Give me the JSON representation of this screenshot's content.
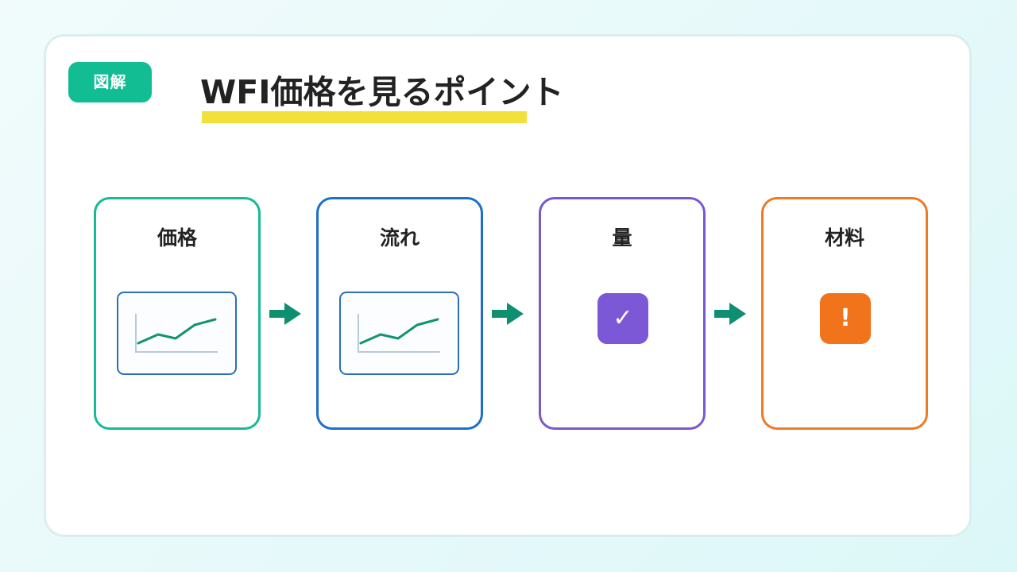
{
  "tag": {
    "label": "図解"
  },
  "title": "WFI価格を見るポイント",
  "colors": {
    "tag": "#13bd94",
    "underline": "#f3e03a",
    "arrow": "#0f8f72",
    "line": "#12936f"
  },
  "steps": [
    {
      "label": "価格",
      "border": "#18b996",
      "visual": "line-chart-icon"
    },
    {
      "label": "流れ",
      "border": "#1d6fc8",
      "visual": "line-chart-icon"
    },
    {
      "label": "量",
      "border": "#7b58cc",
      "visual": "check-icon",
      "glyph": "✓",
      "badge": "#7b58d6"
    },
    {
      "label": "材料",
      "border": "#ee7a24",
      "visual": "exclamation-icon",
      "glyph": "!",
      "badge": "#f1741c"
    }
  ]
}
